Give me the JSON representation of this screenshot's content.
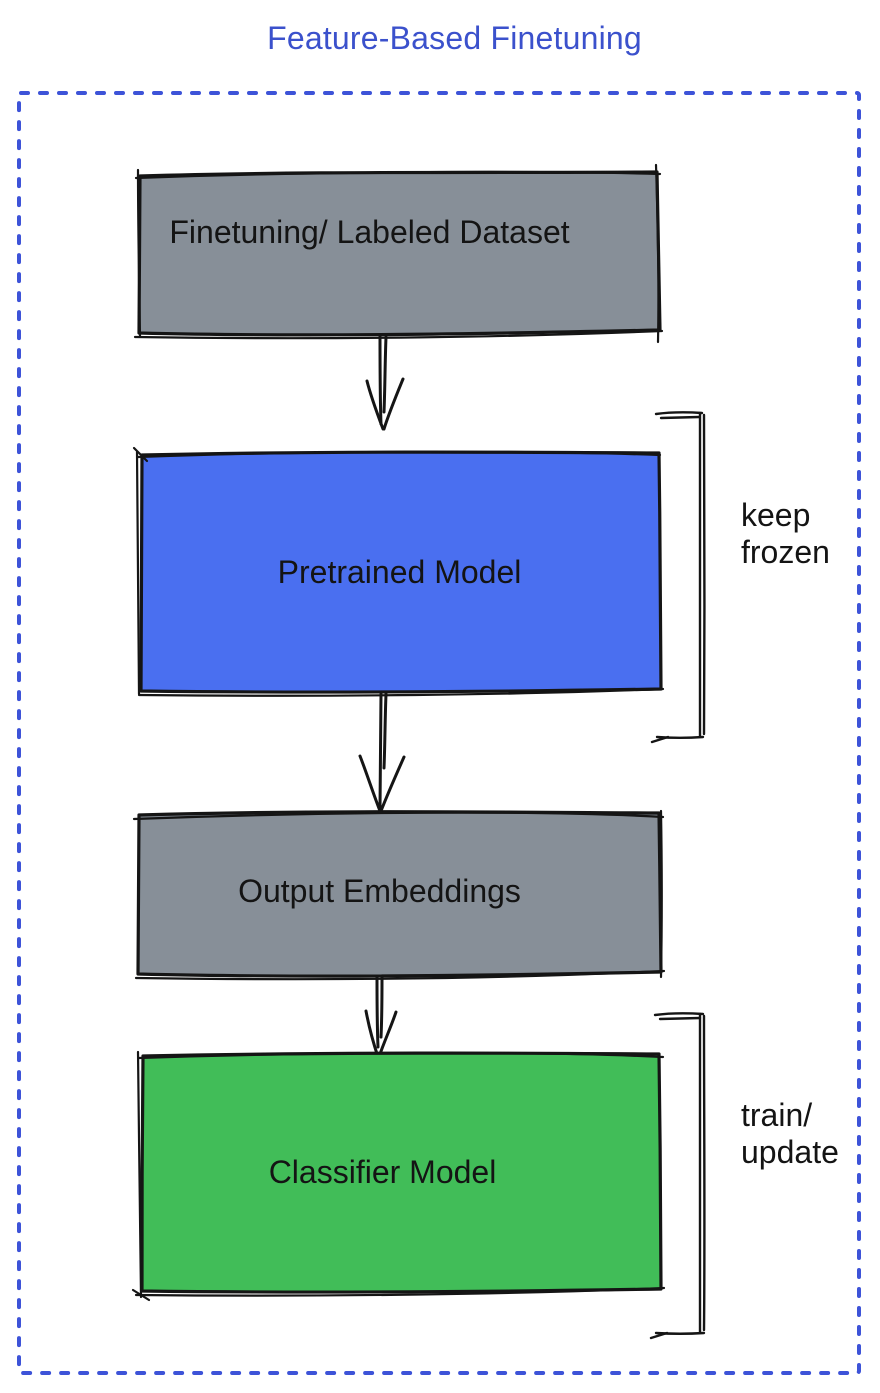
{
  "title": {
    "text": "Feature-Based Finetuning",
    "color": "#3B51CC"
  },
  "container": {
    "border_color": "#3D53D8"
  },
  "colors": {
    "gray": "#878F98",
    "blue": "#4A6FF0",
    "green": "#41BD58",
    "ink": "#151515"
  },
  "boxes": [
    {
      "name": "finetuning-dataset",
      "label": "Finetuning/ Labeled Dataset",
      "color_key": "gray"
    },
    {
      "name": "pretrained-model",
      "label": "Pretrained Model",
      "color_key": "blue"
    },
    {
      "name": "output-embeddings",
      "label": "Output Embeddings",
      "color_key": "gray"
    },
    {
      "name": "classifier-model",
      "label": "Classifier Model",
      "color_key": "green"
    }
  ],
  "annotations": [
    {
      "name": "keep-frozen",
      "line1": "keep",
      "line2": "frozen"
    },
    {
      "name": "train-update",
      "line1": "train/",
      "line2": "update"
    }
  ]
}
